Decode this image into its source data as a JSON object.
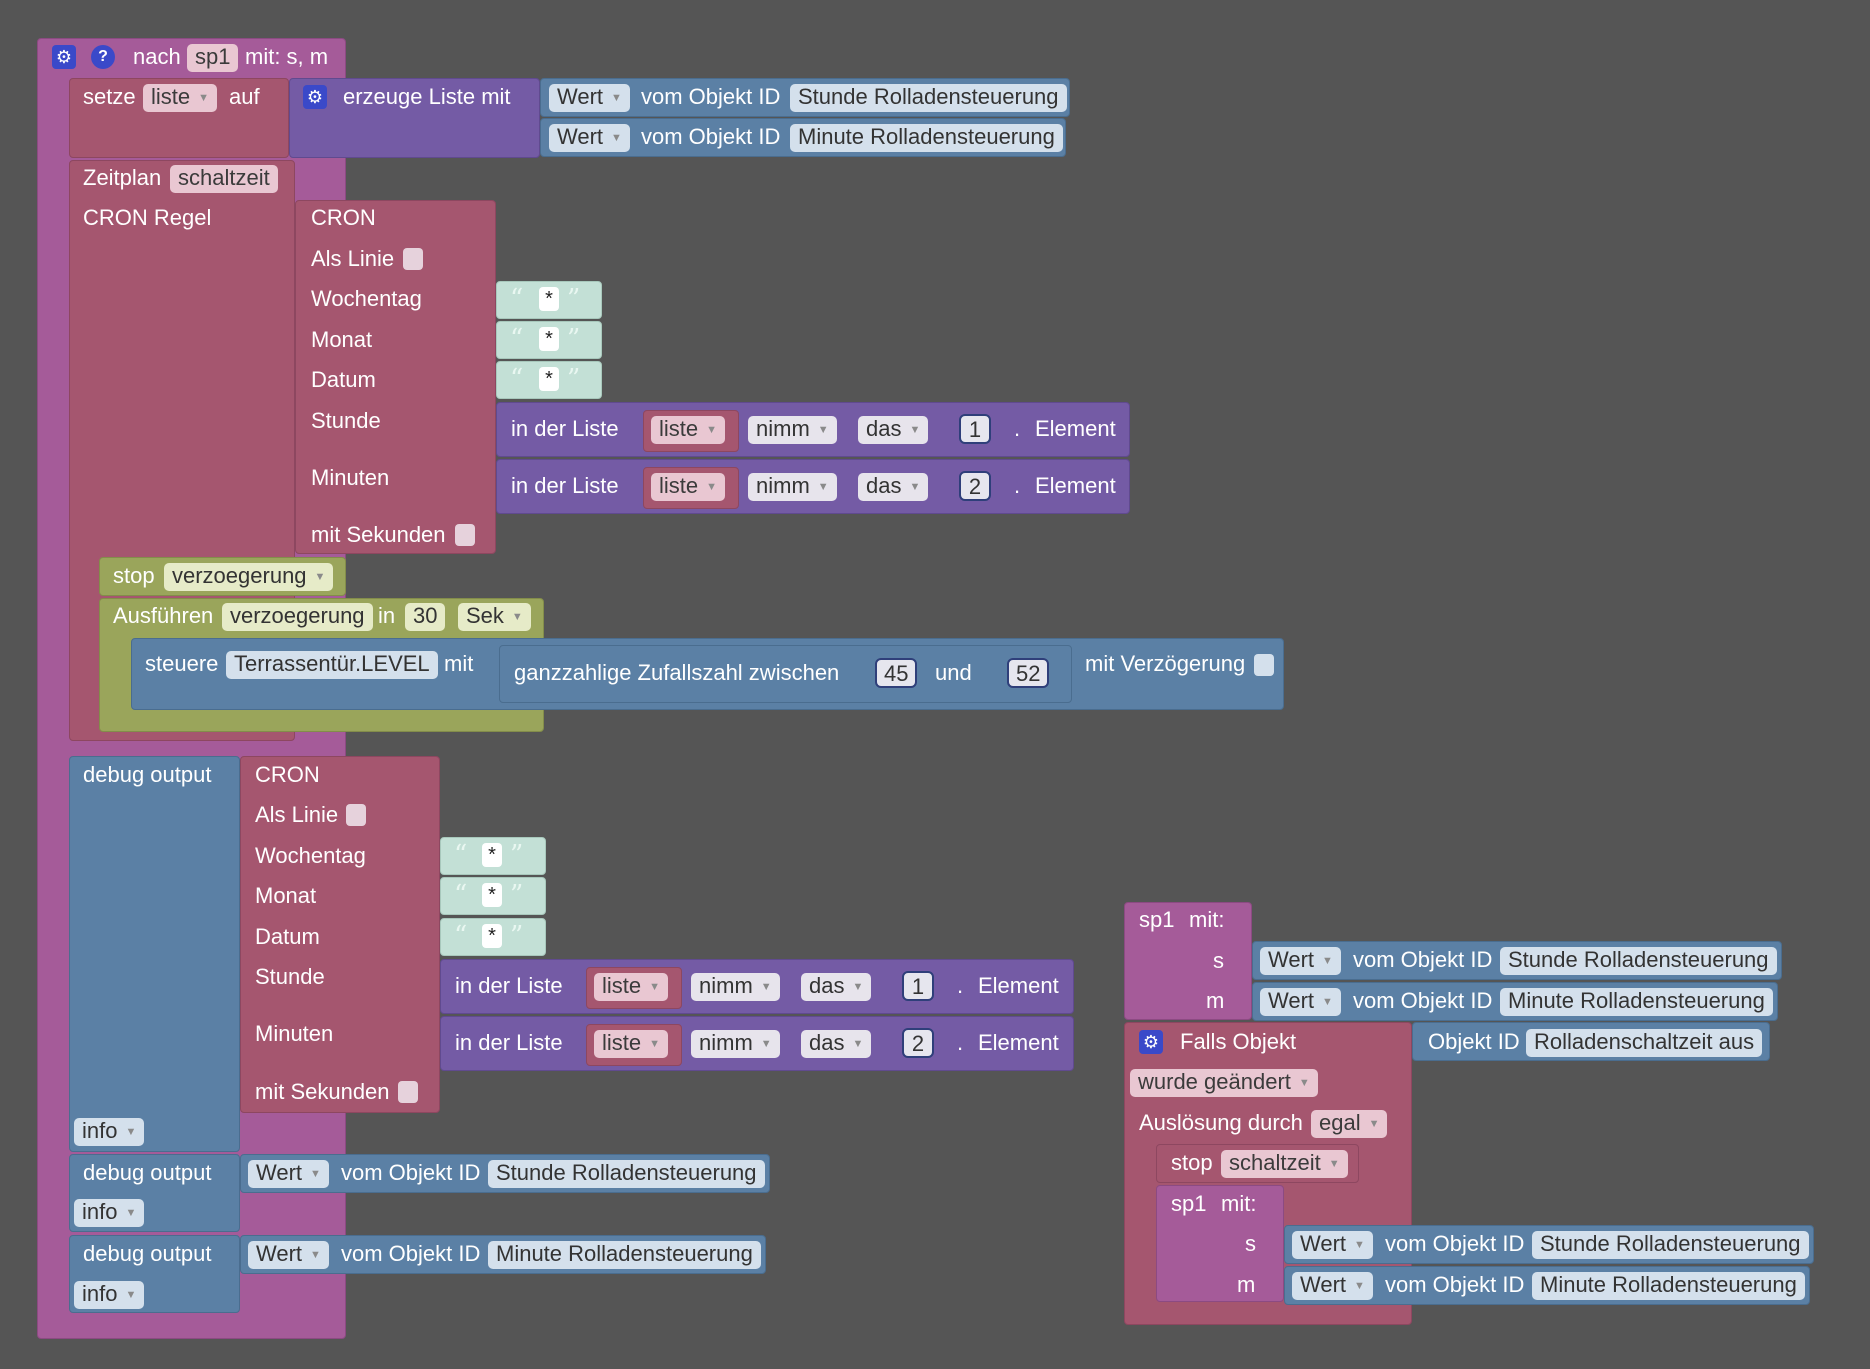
{
  "fn": {
    "nach": "nach",
    "name": "sp1",
    "params": "mit: s, m"
  },
  "setze": {
    "label": "setze",
    "var": "liste",
    "auf": "auf",
    "erzeuge": "erzeuge Liste mit"
  },
  "wert": "Wert",
  "vom": "vom Objekt ID",
  "obj": {
    "stunde": "Stunde Rolladensteuerung",
    "minute": "Minute Rolladensteuerung",
    "aus": "Rolladenschaltzeit aus"
  },
  "zeitplan": {
    "label": "Zeitplan",
    "var": "schaltzeit",
    "cron_regel": "CRON Regel"
  },
  "cron": {
    "title": "CRON",
    "als_linie": "Als Linie",
    "wochentag": "Wochentag",
    "monat": "Monat",
    "datum": "Datum",
    "stunde": "Stunde",
    "minuten": "Minuten",
    "mit_sekunden": "mit Sekunden",
    "star": "*"
  },
  "listget": {
    "in_der_liste": "in der Liste",
    "var": "liste",
    "nimm": "nimm",
    "das": "das",
    "element": "Element",
    "dot": ".",
    "idx1": "1",
    "idx2": "2"
  },
  "stop1": {
    "label": "stop",
    "var": "verzoegerung"
  },
  "ausf": {
    "label": "Ausführen",
    "var": "verzoegerung",
    "in": "in",
    "num": "30",
    "unit": "Sek"
  },
  "steuere": {
    "label": "steuere",
    "obj": "Terrassentür.LEVEL",
    "mit": "mit",
    "random": "ganzzahlige Zufallszahl zwischen",
    "a": "45",
    "und": "und",
    "b": "52",
    "delay": "mit Verzögerung"
  },
  "debug": {
    "label": "debug output",
    "level": "info"
  },
  "call": {
    "name": "sp1",
    "mit": "mit:",
    "s": "s",
    "m": "m"
  },
  "falls": {
    "label": "Falls Objekt",
    "objid": "Objekt ID",
    "changed": "wurde geändert",
    "ausl": "Auslösung durch",
    "egal": "egal"
  },
  "stop2": {
    "label": "stop",
    "var": "schaltzeit"
  },
  "colors": {
    "background": "#555555",
    "procedure": "#a55b99",
    "variables": "#a5566f",
    "objects": "#5b80a5",
    "lists": "#745ba5",
    "timers": "#9aa55b",
    "text": "#c3e0d6",
    "mutator_icon": "#3a49c9"
  }
}
